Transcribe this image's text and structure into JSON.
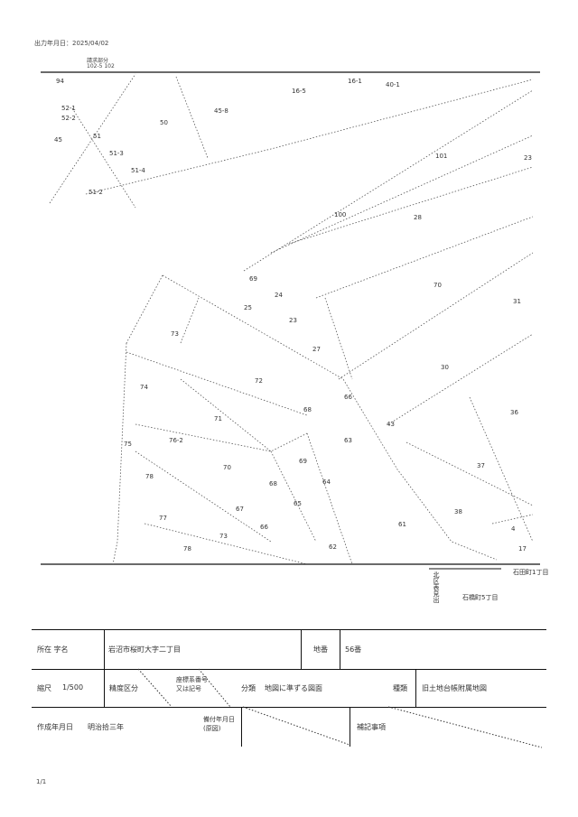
{
  "header": {
    "print_date": "出力年月日：2025/04/02",
    "requested_part": "請求部分",
    "requested_lot": "102-5 102"
  },
  "map": {
    "lots": [
      "94",
      "52-1",
      "52-2",
      "45",
      "51",
      "51-3",
      "51-4",
      "51-2",
      "50",
      "45-8",
      "16-5",
      "16-1",
      "40-1",
      "101",
      "23",
      "100",
      "28",
      "69",
      "24",
      "25",
      "23",
      "70",
      "31",
      "73",
      "72",
      "27",
      "30",
      "74",
      "71",
      "66",
      "36",
      "68",
      "76-2",
      "63",
      "43",
      "75",
      "70",
      "69",
      "37",
      "78",
      "68",
      "65",
      "64",
      "67",
      "66",
      "38",
      "77",
      "73",
      "62",
      "61",
      "4",
      "78",
      "17"
    ],
    "area_labels": [
      "石田町1丁目",
      "石橋町5丁目",
      "北区表見出"
    ]
  },
  "table": {
    "location_label": "所在 字名",
    "location_value": "岩沼市桜町大字二丁目",
    "lot_label": "地番",
    "lot_value": "56番",
    "scale_label": "縮尺",
    "scale_value": "1/500",
    "accuracy_label": "精度区分",
    "coord_label": "座標系番号又は記号",
    "class_label": "分類",
    "class_value": "地図に準ずる図面",
    "type_label": "種類",
    "type_value": "旧土地台帳附属地図",
    "created_label": "作成年月日",
    "created_value": "明治拾三年",
    "installed_label": "備付年月日(原図)",
    "notes_label": "補記事項"
  },
  "footer": {
    "page": "1/1"
  }
}
